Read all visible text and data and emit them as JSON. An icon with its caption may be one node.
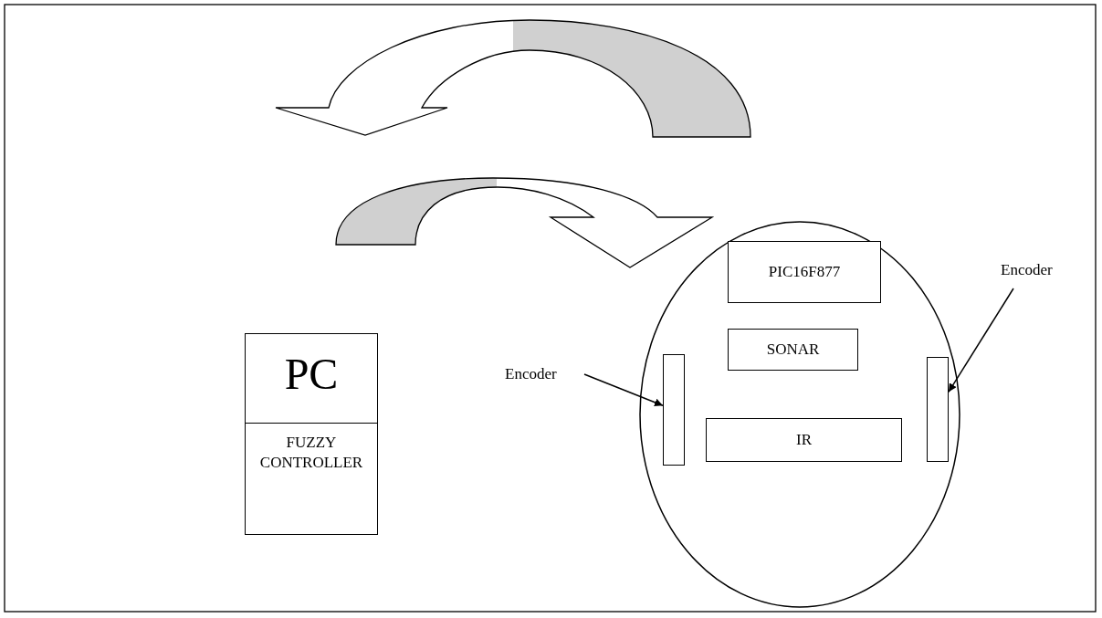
{
  "diagram": {
    "nodes": [
      {
        "text": [
          "PC",
          "FUZZY CONTROLLER"
        ]
      },
      {
        "text": [],
        "shape": "circle"
      },
      {
        "text": [
          "PIC16F877"
        ],
        "in": 1
      },
      {
        "text": [
          "SONAR"
        ],
        "in": 1
      },
      {
        "text": [
          "IR"
        ],
        "in": 1
      },
      {
        "text": [],
        "shape": "bar",
        "in": 1
      },
      {
        "text": [],
        "shape": "bar",
        "in": 1
      },
      {
        "text": [
          "Encoder"
        ]
      },
      {
        "text": [
          "Encoder"
        ]
      }
    ],
    "edges": [
      {
        "from": 1,
        "to": 0,
        "arrow": "to",
        "style": "thick"
      },
      {
        "from": 0,
        "to": 1,
        "arrow": "to",
        "style": "thick"
      },
      {
        "from": 7,
        "to": 5,
        "arrow": "to"
      },
      {
        "from": 8,
        "to": 6,
        "arrow": "to"
      }
    ]
  }
}
